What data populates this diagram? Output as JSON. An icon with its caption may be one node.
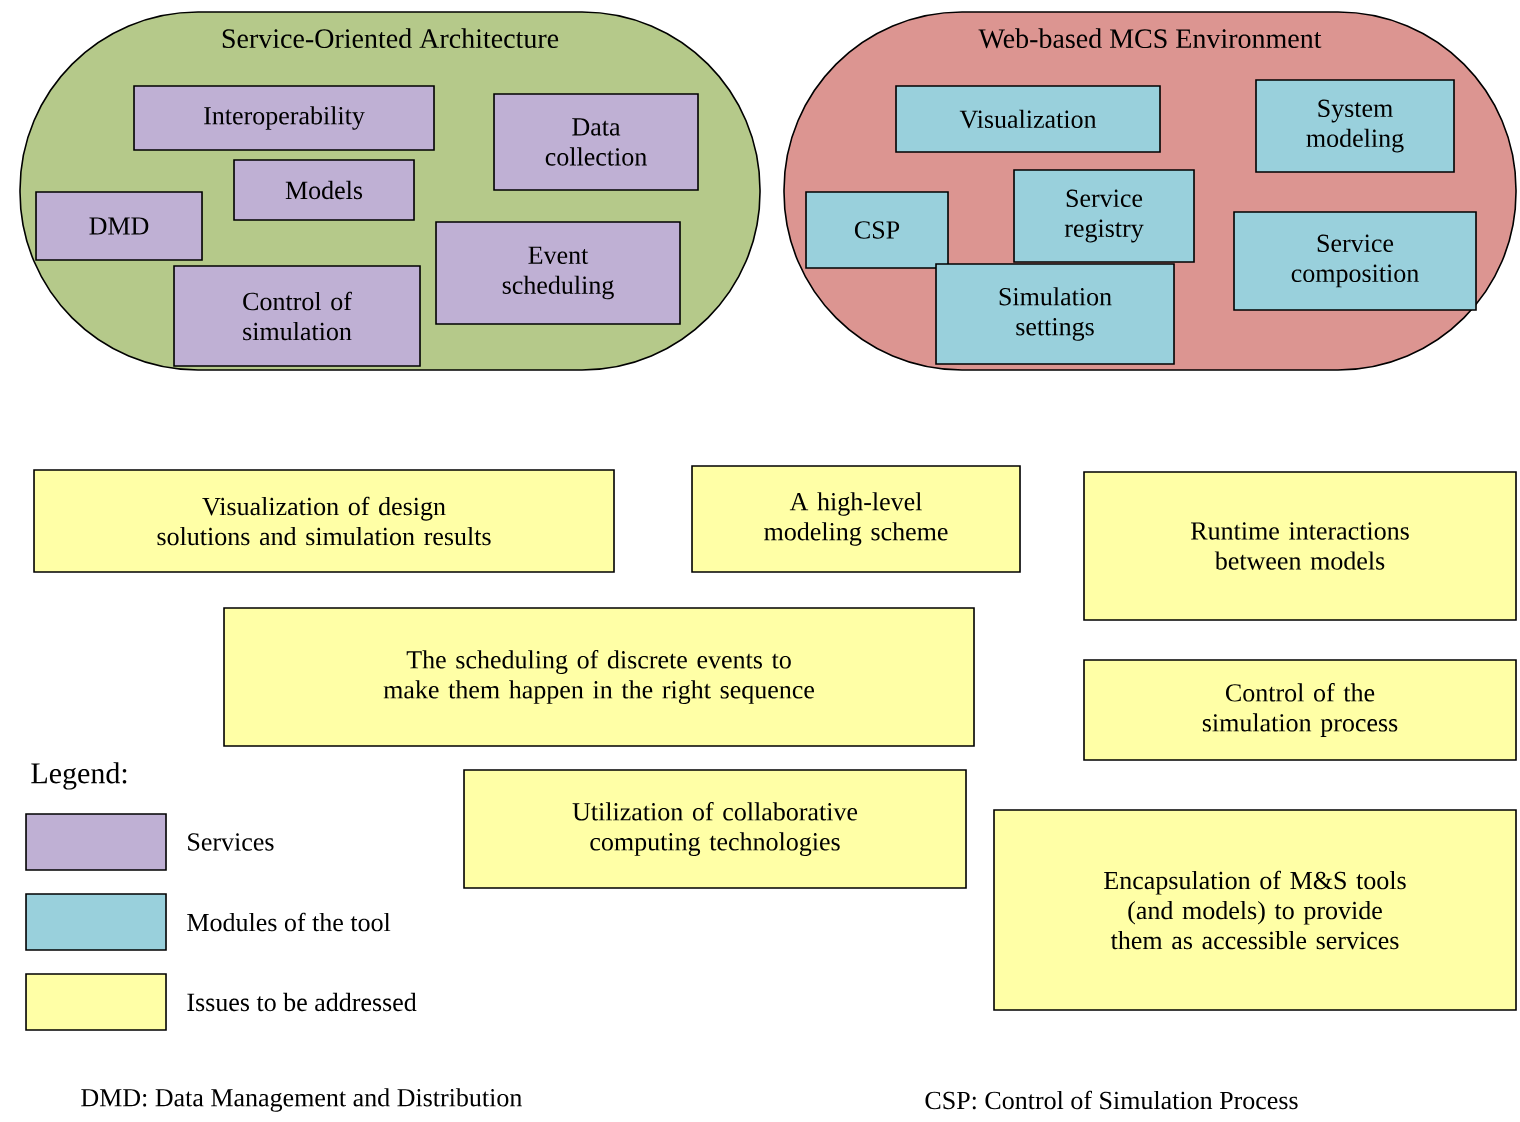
{
  "diagram": {
    "nodes": [
      {
        "text": [
          "Service-Oriented Architecture"
        ]
      },
      {
        "text": [
          "Interoperability"
        ],
        "in": 0
      },
      {
        "text": [
          "Data collection"
        ],
        "in": 0
      },
      {
        "text": [
          "Models"
        ],
        "in": 0
      },
      {
        "text": [
          "DMD"
        ],
        "in": 0
      },
      {
        "text": [
          "Event scheduling"
        ],
        "in": 0
      },
      {
        "text": [
          "Control of simulation"
        ],
        "in": 0
      },
      {
        "text": [
          "Web-based MCS Environment"
        ]
      },
      {
        "text": [
          "Visualization"
        ],
        "in": 7
      },
      {
        "text": [
          "System modeling"
        ],
        "in": 7
      },
      {
        "text": [
          "CSP"
        ],
        "in": 7
      },
      {
        "text": [
          "Service registry"
        ],
        "in": 7
      },
      {
        "text": [
          "Service composition"
        ],
        "in": 7
      },
      {
        "text": [
          "Simulation settings"
        ],
        "in": 7
      },
      {
        "text": [
          "Visualization of design solutions and simulation results"
        ]
      },
      {
        "text": [
          "A high-level modeling scheme"
        ]
      },
      {
        "text": [
          "Runtime interactions between models"
        ]
      },
      {
        "text": [
          "The scheduling of discrete events to make them happen in the right sequence"
        ]
      },
      {
        "text": [
          "Control of the simulation process"
        ]
      },
      {
        "text": [
          "Utilization of collaborative computing technologies"
        ]
      },
      {
        "text": [
          "Encapsulation of M&S tools (and models) to provide them as accessible services"
        ]
      }
    ],
    "labels": [
      "Legend:",
      "DMD: Data Management and Distribution",
      "CSP: Control of Simulation Process"
    ],
    "legend": [
      {
        "text": "Services",
        "color": "#bfb0d4"
      },
      {
        "text": "Modules of the tool",
        "color": "#99d0dc"
      },
      {
        "text": "Issues to be addressed",
        "color": "#ffffa6"
      }
    ]
  }
}
